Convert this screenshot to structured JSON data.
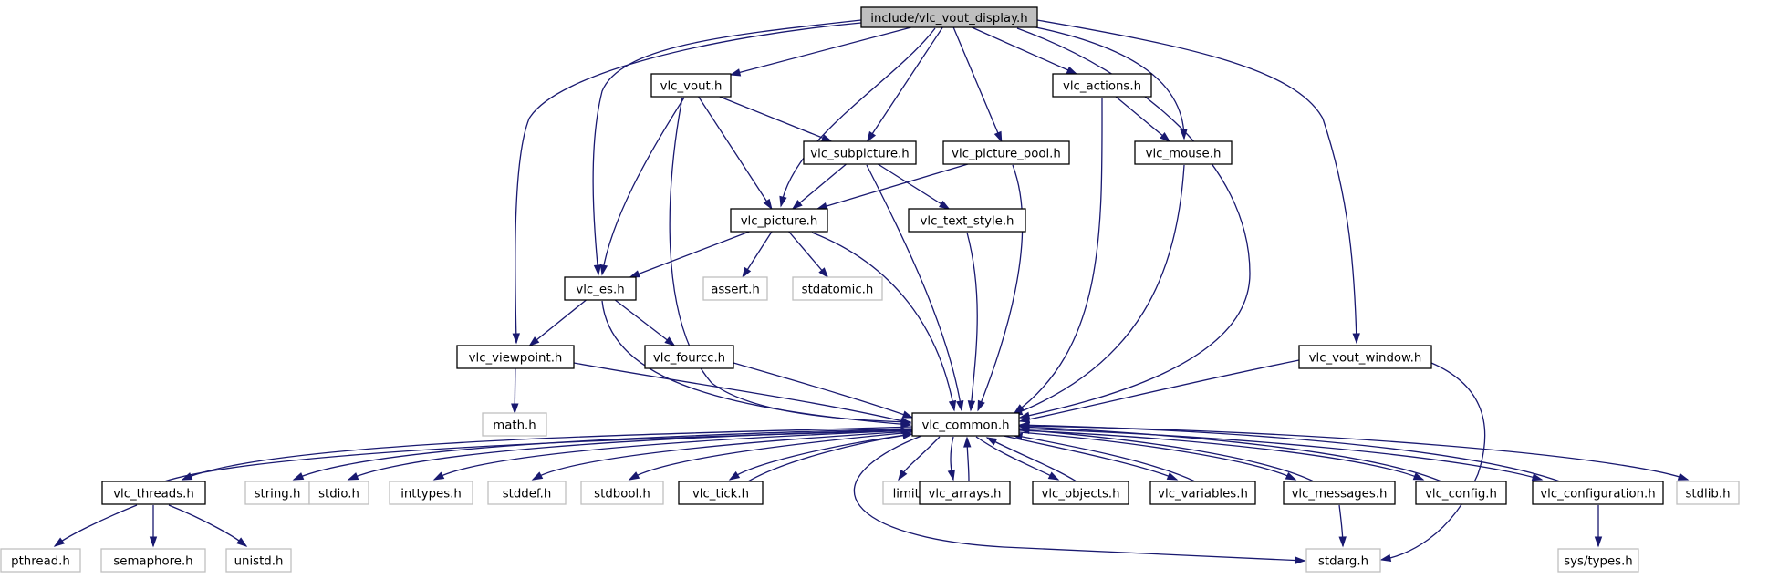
{
  "nodes": {
    "root": {
      "label": "include/vlc_vout_display.h",
      "kind": "root"
    },
    "vout": {
      "label": "vlc_vout.h",
      "kind": "doc"
    },
    "actions": {
      "label": "vlc_actions.h",
      "kind": "doc"
    },
    "subpicture": {
      "label": "vlc_subpicture.h",
      "kind": "doc"
    },
    "picture_pool": {
      "label": "vlc_picture_pool.h",
      "kind": "doc"
    },
    "mouse": {
      "label": "vlc_mouse.h",
      "kind": "doc"
    },
    "picture": {
      "label": "vlc_picture.h",
      "kind": "doc"
    },
    "text_style": {
      "label": "vlc_text_style.h",
      "kind": "doc"
    },
    "es": {
      "label": "vlc_es.h",
      "kind": "doc"
    },
    "assert": {
      "label": "assert.h",
      "kind": "ext"
    },
    "stdatomic": {
      "label": "stdatomic.h",
      "kind": "ext"
    },
    "viewpoint": {
      "label": "vlc_viewpoint.h",
      "kind": "doc"
    },
    "fourcc": {
      "label": "vlc_fourcc.h",
      "kind": "doc"
    },
    "vout_window": {
      "label": "vlc_vout_window.h",
      "kind": "doc"
    },
    "math": {
      "label": "math.h",
      "kind": "ext"
    },
    "common": {
      "label": "vlc_common.h",
      "kind": "doc"
    },
    "threads": {
      "label": "vlc_threads.h",
      "kind": "doc"
    },
    "string": {
      "label": "string.h",
      "kind": "ext"
    },
    "stdio": {
      "label": "stdio.h",
      "kind": "ext"
    },
    "inttypes": {
      "label": "inttypes.h",
      "kind": "ext"
    },
    "stddef": {
      "label": "stddef.h",
      "kind": "ext"
    },
    "stdbool": {
      "label": "stdbool.h",
      "kind": "ext"
    },
    "tick": {
      "label": "vlc_tick.h",
      "kind": "doc"
    },
    "limits": {
      "label": "limits.h",
      "kind": "ext"
    },
    "arrays": {
      "label": "vlc_arrays.h",
      "kind": "doc"
    },
    "objects": {
      "label": "vlc_objects.h",
      "kind": "doc"
    },
    "variables": {
      "label": "vlc_variables.h",
      "kind": "doc"
    },
    "messages": {
      "label": "vlc_messages.h",
      "kind": "doc"
    },
    "config": {
      "label": "vlc_config.h",
      "kind": "doc"
    },
    "configuration": {
      "label": "vlc_configuration.h",
      "kind": "doc"
    },
    "stdlib": {
      "label": "stdlib.h",
      "kind": "ext"
    },
    "pthread": {
      "label": "pthread.h",
      "kind": "ext"
    },
    "semaphore": {
      "label": "semaphore.h",
      "kind": "ext"
    },
    "unistd": {
      "label": "unistd.h",
      "kind": "ext"
    },
    "stdarg": {
      "label": "stdarg.h",
      "kind": "ext"
    },
    "sys_types": {
      "label": "sys/types.h",
      "kind": "ext"
    }
  },
  "edges": [
    [
      "root",
      "vout"
    ],
    [
      "root",
      "actions"
    ],
    [
      "root",
      "subpicture"
    ],
    [
      "root",
      "picture_pool"
    ],
    [
      "root",
      "mouse"
    ],
    [
      "root",
      "picture"
    ],
    [
      "root",
      "es"
    ],
    [
      "root",
      "viewpoint"
    ],
    [
      "root",
      "vout_window"
    ],
    [
      "root",
      "common"
    ],
    [
      "vout",
      "subpicture"
    ],
    [
      "vout",
      "picture"
    ],
    [
      "vout",
      "es"
    ],
    [
      "vout",
      "common"
    ],
    [
      "actions",
      "mouse"
    ],
    [
      "actions",
      "common"
    ],
    [
      "subpicture",
      "picture"
    ],
    [
      "subpicture",
      "text_style"
    ],
    [
      "subpicture",
      "common"
    ],
    [
      "picture_pool",
      "picture"
    ],
    [
      "picture_pool",
      "common"
    ],
    [
      "mouse",
      "common"
    ],
    [
      "picture",
      "es"
    ],
    [
      "picture",
      "assert"
    ],
    [
      "picture",
      "stdatomic"
    ],
    [
      "picture",
      "common"
    ],
    [
      "text_style",
      "common"
    ],
    [
      "es",
      "viewpoint"
    ],
    [
      "es",
      "fourcc"
    ],
    [
      "es",
      "common"
    ],
    [
      "viewpoint",
      "math"
    ],
    [
      "viewpoint",
      "common"
    ],
    [
      "fourcc",
      "common"
    ],
    [
      "vout_window",
      "common"
    ],
    [
      "vout_window",
      "stdarg"
    ],
    [
      "common",
      "threads"
    ],
    [
      "common",
      "string"
    ],
    [
      "common",
      "stdio"
    ],
    [
      "common",
      "inttypes"
    ],
    [
      "common",
      "stddef"
    ],
    [
      "common",
      "stdbool"
    ],
    [
      "common",
      "tick"
    ],
    [
      "common",
      "limits"
    ],
    [
      "common",
      "arrays"
    ],
    [
      "common",
      "objects"
    ],
    [
      "common",
      "variables"
    ],
    [
      "common",
      "messages"
    ],
    [
      "common",
      "config"
    ],
    [
      "common",
      "configuration"
    ],
    [
      "common",
      "stdlib"
    ],
    [
      "common",
      "stdarg"
    ],
    [
      "threads",
      "common"
    ],
    [
      "threads",
      "pthread"
    ],
    [
      "threads",
      "semaphore"
    ],
    [
      "threads",
      "unistd"
    ],
    [
      "tick",
      "common"
    ],
    [
      "arrays",
      "common"
    ],
    [
      "objects",
      "common"
    ],
    [
      "variables",
      "common"
    ],
    [
      "messages",
      "common"
    ],
    [
      "messages",
      "stdarg"
    ],
    [
      "config",
      "common"
    ],
    [
      "configuration",
      "common"
    ],
    [
      "configuration",
      "sys_types"
    ]
  ]
}
